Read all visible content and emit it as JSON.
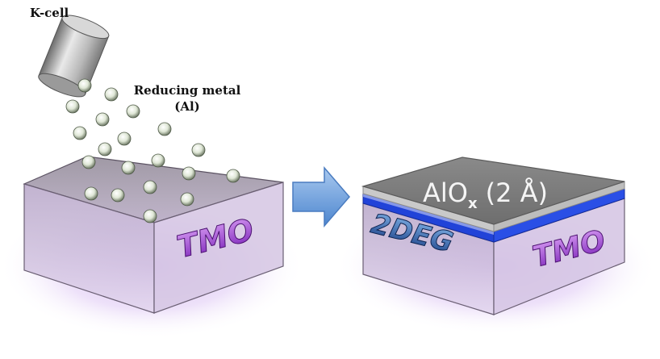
{
  "labels": {
    "source": "K-cell",
    "metal_line1": "Reducing metal",
    "metal_line2": "(Al)",
    "left_substrate": "TMO",
    "right_substrate": "TMO",
    "oxide_main": "AlO",
    "oxide_sub": "x",
    "oxide_thickness": "(2 Å)",
    "interface": "2DEG"
  },
  "colors": {
    "substrate_glow": "#c9a2ec",
    "tmo_text": "#9a3fd0",
    "oxide_top": "#7a7a7a",
    "interface_layer": "#1e3fd6",
    "arrow": "#6aa3e0",
    "atoms": "#cfd9c7"
  },
  "icons": {
    "source": "k-cell-crucible-icon",
    "arrow": "right-arrow-icon",
    "atom": "al-atom-icon"
  }
}
